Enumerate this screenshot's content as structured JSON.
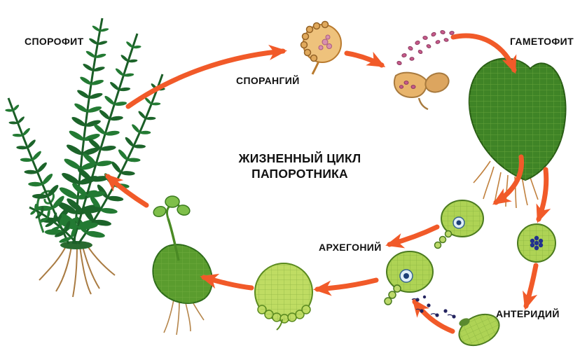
{
  "diagram": {
    "title_line1": "ЖИЗНЕННЫЙ ЦИКЛ",
    "title_line2": "ПАПОРОТНИКА",
    "labels": {
      "sporophyte": "СПОРОФИТ",
      "sporangium": "СПОРАНГИЙ",
      "gametophyte": "ГАМЕТОФИТ",
      "archegonium": "АРХЕГОНИЙ",
      "antheridium": "АНТЕРИДИЙ"
    },
    "colors": {
      "arrow": "#f15a29",
      "fern_green": "#1f6b2e",
      "structure_green_light": "#aed355",
      "structure_green_dark": "#3f8426",
      "capsule_tan": "#e8b46b",
      "spore_pink": "#c75a8a",
      "sperm_navy": "#23235f",
      "root_brown": "#b5854a",
      "text": "#111111",
      "background": "#ffffff"
    }
  }
}
